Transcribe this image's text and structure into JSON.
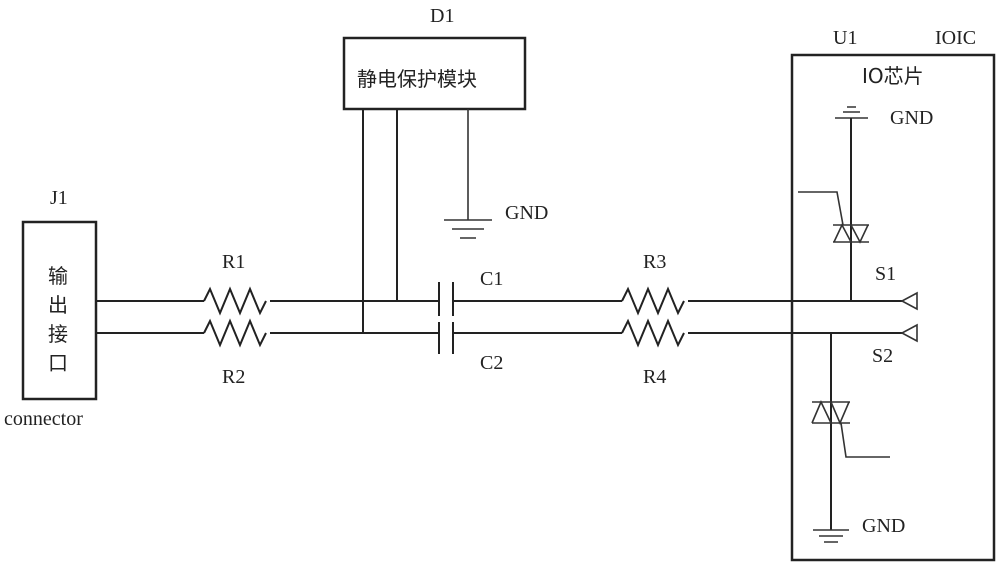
{
  "diagram": {
    "type": "circuit-schematic",
    "connector": {
      "ref": "J1",
      "text_lines": [
        "输",
        "出",
        "接",
        "口"
      ],
      "caption": "connector"
    },
    "esd_module": {
      "ref": "D1",
      "text": "静电保护模块",
      "gnd_label": "GND"
    },
    "resistors": {
      "r1": "R1",
      "r2": "R2",
      "r3": "R3",
      "r4": "R4"
    },
    "capacitors": {
      "c1": "C1",
      "c2": "C2"
    },
    "io_chip": {
      "ref": "U1",
      "part": "IOIC",
      "title": "IO芯片",
      "gnd_top": "GND",
      "gnd_bottom": "GND",
      "pin_s1": "S1",
      "pin_s2": "S2"
    },
    "edges": [
      {
        "from": "J1",
        "to": "R1"
      },
      {
        "from": "J1",
        "to": "R2"
      },
      {
        "from": "R1",
        "to": "C1"
      },
      {
        "from": "R2",
        "to": "C2"
      },
      {
        "from": "R1-C1 node",
        "to": "D1"
      },
      {
        "from": "R2-C2 node",
        "to": "D1"
      },
      {
        "from": "D1",
        "to": "GND"
      },
      {
        "from": "C1",
        "to": "R3"
      },
      {
        "from": "C2",
        "to": "R4"
      },
      {
        "from": "R3",
        "to": "S1"
      },
      {
        "from": "R4",
        "to": "S2"
      },
      {
        "from": "S1",
        "to": "TVS1",
        "via": "GND"
      },
      {
        "from": "S2",
        "to": "TVS2",
        "via": "GND"
      }
    ]
  }
}
